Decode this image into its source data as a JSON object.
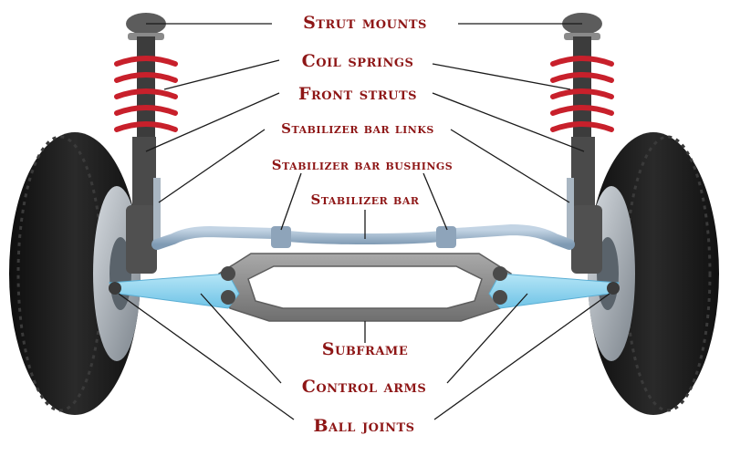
{
  "labels": {
    "strut_mounts": "Strut mounts",
    "coil_springs": "Coil springs",
    "front_struts": "Front struts",
    "stabilizer_bar_links": "Stabilizer bar links",
    "stabilizer_bar_bushings": "Stabilizer bar bushings",
    "stabilizer_bar": "Stabilizer bar",
    "subframe": "Subframe",
    "control_arms": "Control arms",
    "ball_joints": "Ball joints"
  },
  "colors": {
    "label_text": "#8e1616",
    "leader_line": "#1a1a1a",
    "spring": "#c8202b",
    "control_arm": "#8fd3ee",
    "stabilizer_bar": "#9fb8cf",
    "subframe": "#8c8c8c",
    "tire": "#1f1f1f"
  }
}
